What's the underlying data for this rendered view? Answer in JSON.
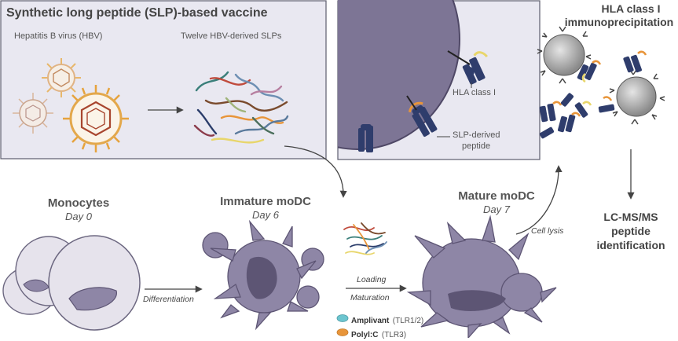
{
  "vaccine_panel": {
    "title": "Synthetic long peptide (SLP)-based vaccine",
    "virus_label": "Hepatitis B virus (HBV)",
    "slps_label": "Twelve HBV-derived SLPs"
  },
  "zoom_panel": {
    "hla_label": "HLA class I",
    "peptide_label_line1": "SLP-derived",
    "peptide_label_line2": "peptide"
  },
  "ip": {
    "title_line1": "HLA class I",
    "title_line2": "immunoprecipitation"
  },
  "ms": {
    "line1": "LC-MS/MS",
    "line2": "peptide",
    "line3": "identification"
  },
  "stages": [
    {
      "name": "Monocytes",
      "day": "Day 0"
    },
    {
      "name": "Immature moDC",
      "day": "Day 6"
    },
    {
      "name": "Mature moDC",
      "day": "Day 7"
    }
  ],
  "steps": {
    "differentiation": "Differentiation",
    "loading": "Loading",
    "maturation": "Maturation",
    "cell_lysis": "Cell lysis"
  },
  "legend": [
    {
      "bold": "Amplivant",
      "note": "(TLR1/2)",
      "color": "#6cc5cf"
    },
    {
      "bold": "Polyl:C",
      "note": "(TLR3)",
      "color": "#e8953a"
    }
  ],
  "colors": {
    "panel_bg": "#e9e8f1",
    "cell": "#8e86a6",
    "cell_dark": "#5d5574",
    "mhc": "#2f3d6c",
    "monocyte": "#e6e3ec"
  }
}
